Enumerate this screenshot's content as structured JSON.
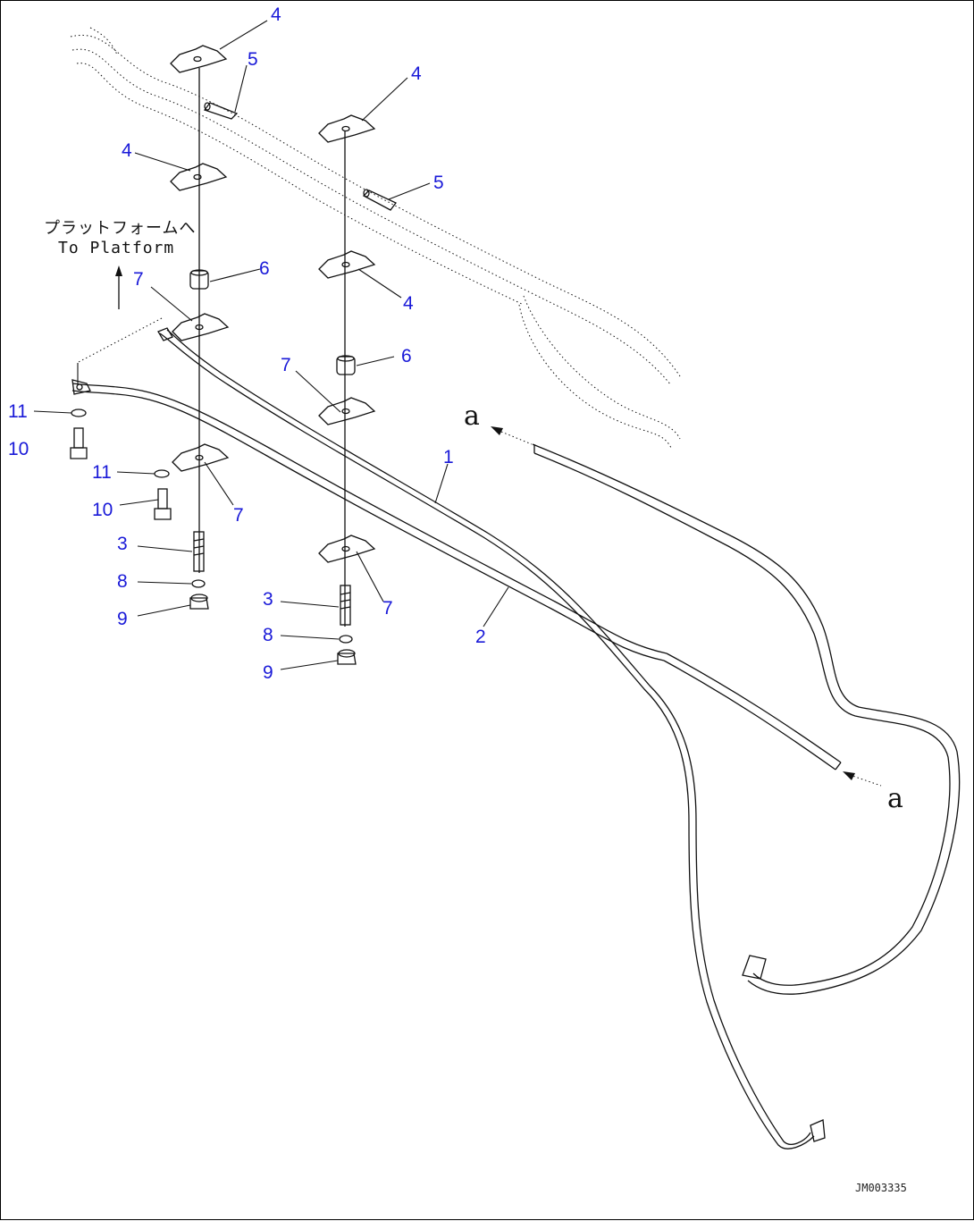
{
  "title_jp": "プラットフォームへ",
  "title_en": "To Platform",
  "ref_label": "a",
  "doc_id": "JM003335",
  "colors": {
    "callout": "#1a1ad8",
    "line": "#111111"
  },
  "callouts": [
    "1",
    "2",
    "3",
    "3",
    "4",
    "4",
    "4",
    "4",
    "5",
    "5",
    "6",
    "6",
    "7",
    "7",
    "7",
    "7",
    "8",
    "8",
    "9",
    "9",
    "10",
    "10",
    "11",
    "11"
  ]
}
